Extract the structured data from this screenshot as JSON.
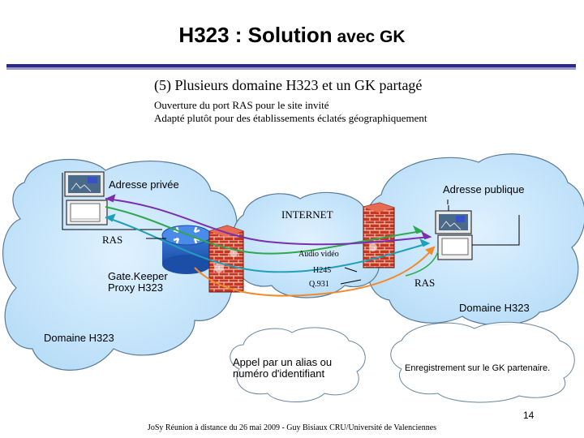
{
  "slide": {
    "title_main": "H323 : Solution",
    "title_rest": " avec GK",
    "subtitle": "(5) Plusieurs domaine H323 et un GK partagé",
    "notes": [
      "Ouverture du port RAS pour le site invité",
      "Adapté plutôt pour des établissements éclatés géographiquement"
    ],
    "page_number": "14",
    "footer": "JoSy Réunion à distance du 26 mai 2009 - Guy Bisiaux CRU/Université de Valenciennes"
  },
  "diagram": {
    "left_address": "Adresse privée",
    "right_address": "Adresse publique",
    "internet": "INTERNET",
    "ras_left": "RAS",
    "ras_right": "RAS",
    "gatekeeper_line1": "Gate.Keeper",
    "gatekeeper_line2": "Proxy H323",
    "audio_video": "Audio vidéo",
    "h245": "H245",
    "q931": "Q.931",
    "domain_right": "Domaine H323",
    "domain_left": "Domaine H323",
    "call_alias_line1": "Appel par un alias ou",
    "call_alias_line2": "numéro d'identifiant",
    "registration": "Enregistrement sur le GK partenaire.",
    "flow_colors": {
      "ras": "#2fa84f",
      "audio_video": "#7a2fb0",
      "h245": "#1fa0b8",
      "q931": "#f08a2c"
    }
  }
}
